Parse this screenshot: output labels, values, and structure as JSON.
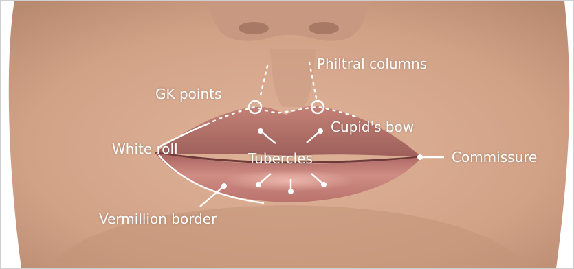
{
  "image": {
    "subject": "lips-closeup-photo",
    "labels": {
      "philtral_columns": "Philtral columns",
      "gk_points": "GK points",
      "cupids_bow": "Cupid's bow",
      "white_roll": "White roll",
      "tubercles": "Tubercles",
      "commissure": "Commissure",
      "vermillion_border": "Vermillion border"
    },
    "colors": {
      "skin": "#d8ab8f",
      "skin_shadow": "#b98a6e",
      "upper_lip": "#b97870",
      "lower_lip": "#c67f78",
      "annotation": "#ffffff"
    }
  }
}
